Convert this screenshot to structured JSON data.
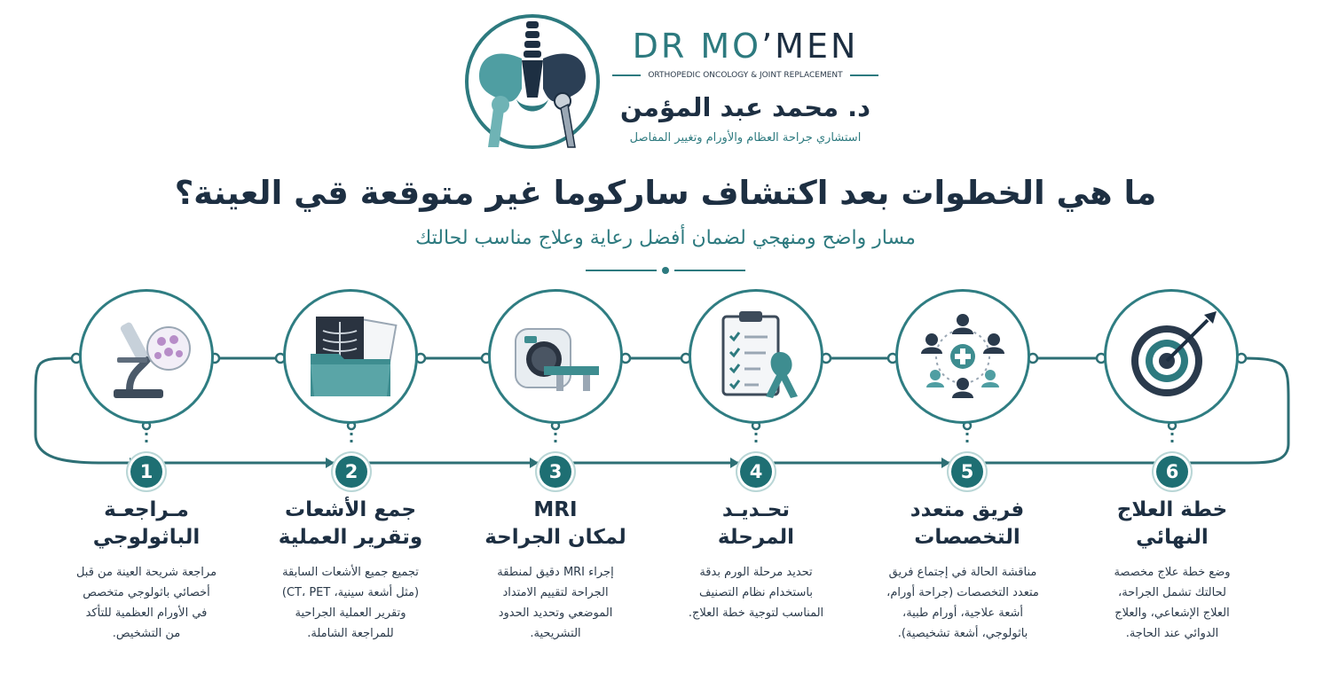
{
  "brand": {
    "title_part1": "DR MO",
    "title_apostrophe": "’",
    "title_part2": "MEN",
    "subtitle": "ORTHOPEDIC ONCOLOGY & JOINT REPLACEMENT",
    "doctor_name": "د. محمد عبد المؤمن",
    "doctor_role": "استشاري جراحة العظام والأورام وتغيير المفاصل",
    "colors": {
      "teal": "#2d7a7f",
      "navy": "#1d2f42"
    }
  },
  "header": {
    "title": "ما هي الخطوات بعد اكتشاف ساركوما غير متوقعة قي العينة؟",
    "subtitle": "مسار واضح ومنهجي لضمان أفضل رعاية وعلاج مناسب لحالتك"
  },
  "steps": [
    {
      "number": "1",
      "icon": "microscope-icon",
      "title_line1": "مـراجعـة",
      "title_line2": "الباثولوجي",
      "desc": [
        "مراجعة شريحة العينة من قبل",
        "أخصائي باثولوجي متخصص",
        "في الأورام العظمية للتأكد",
        "من التشخيص."
      ]
    },
    {
      "number": "2",
      "icon": "xray-folder-icon",
      "title_line1": "جمع الأشعات",
      "title_line2": "وتقرير العملية",
      "desc": [
        "تجميع جميع الأشعات السابقة",
        "(مثل أشعة سينية، CT، PET)",
        "وتقرير العملية الجراحية",
        "للمراجعة الشاملة."
      ]
    },
    {
      "number": "3",
      "icon": "mri-scanner-icon",
      "title_line1": "MRI",
      "title_line2": "لمكان الجراحة",
      "desc": [
        "إجراء MRI دقيق لمنطقة",
        "الجراحة لتقييم الامتداد",
        "الموضعي وتحديد الحدود",
        "التشريحية."
      ]
    },
    {
      "number": "4",
      "icon": "clipboard-ribbon-icon",
      "title_line1": "تحـديـد",
      "title_line2": "المرحلة",
      "desc": [
        "تحديد مرحلة الورم بدقة",
        "باستخدام نظام التصنيف",
        "المناسب لتوجية خطة العلاج."
      ]
    },
    {
      "number": "5",
      "icon": "team-medical-icon",
      "title_line1": "فريق متعدد",
      "title_line2": "التخصصات",
      "desc": [
        "مناقشة الحالة في إجتماع فريق",
        "متعدد التخصصات (جراحة أورام،",
        "أشعة علاجية، أورام طبية،",
        "باثولوجي، أشعة تشخيصية)."
      ]
    },
    {
      "number": "6",
      "icon": "target-arrow-icon",
      "title_line1": "خطة العلاج",
      "title_line2": "النهائي",
      "desc": [
        "وضع خطة علاج مخصصة",
        "لحالتك تشمل الجراحة،",
        "العلاج الإشعاعي، والعلاج",
        "الدوائي عند الحاجة."
      ]
    }
  ]
}
